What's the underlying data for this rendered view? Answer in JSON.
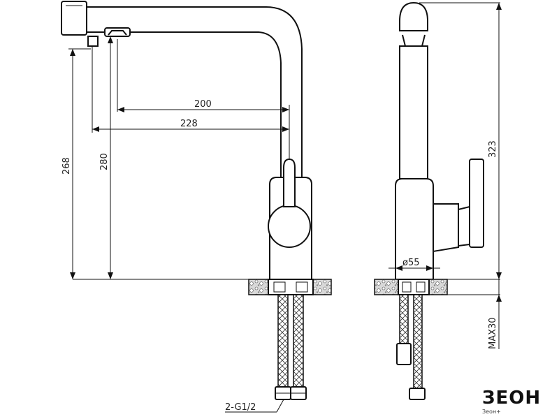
{
  "dimensions": {
    "d200": "200",
    "d228": "228",
    "d268": "268",
    "d280": "280",
    "d323": "323",
    "dia55": "ø55",
    "max30": "MAX30",
    "thread": "2-G1/2"
  },
  "brand": {
    "logo": "ЗЕОН",
    "caption": "Зеон+"
  }
}
